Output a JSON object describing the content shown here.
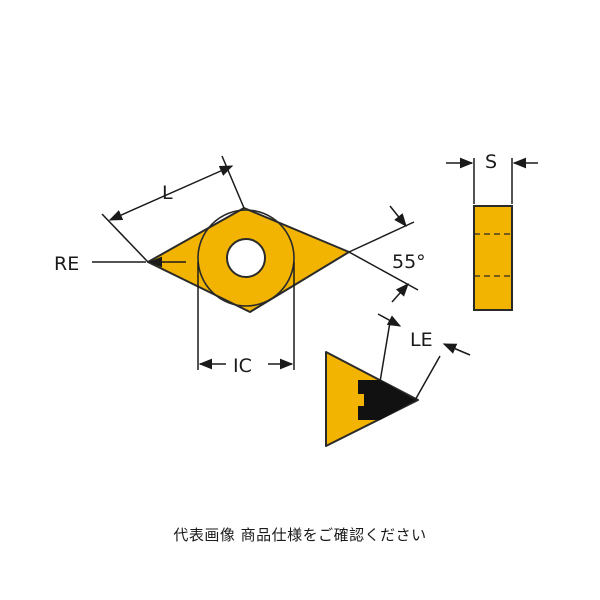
{
  "diagram": {
    "labels": {
      "length": "L",
      "corner_radius": "RE",
      "inscribed_circle": "IC",
      "angle": "55°",
      "thickness": "S",
      "edge_length": "LE"
    },
    "colors": {
      "insert": "#f2b400",
      "outline": "#2a2a2a",
      "cutting_edge": "#111111"
    }
  },
  "caption": "代表画像 商品仕様をご確認ください"
}
